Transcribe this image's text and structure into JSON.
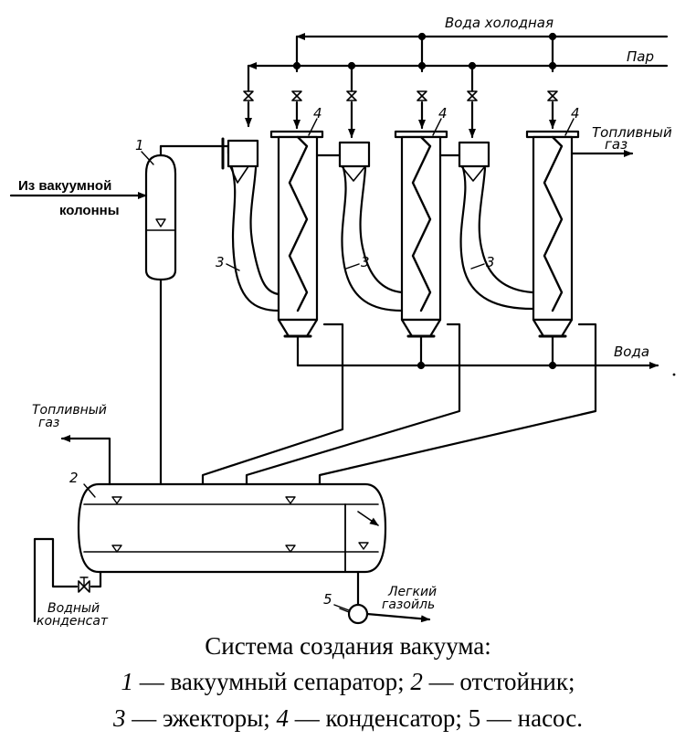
{
  "labels": {
    "cold_water": "Вода холодная",
    "steam": "Пар",
    "fuel_gas_top_1": "Топливный",
    "fuel_gas_top_2": "газ",
    "water_out": "Вода",
    "from_column_1": "Из вакуумной",
    "from_column_2": "колонны",
    "fuel_gas_left_1": "Топливный",
    "fuel_gas_left_2": "газ",
    "water_condensate_1": "Водный",
    "water_condensate_2": "конденсат",
    "light_gasoil_1": "Легкий",
    "light_gasoil_2": "газойль"
  },
  "numbers": {
    "separator": "1",
    "settler": "2",
    "ejector": "3",
    "condenser": "4",
    "pump": "5"
  },
  "caption": {
    "title": "Система создания вакуума:",
    "n1": "1",
    "t1": " — вакуумный сепаратор; ",
    "n2": "2",
    "t2": " — отстойник;",
    "n3": "3",
    "t3": " — эжекторы; ",
    "n4": "4",
    "t4": " — конденсатор; 5 — насос."
  }
}
